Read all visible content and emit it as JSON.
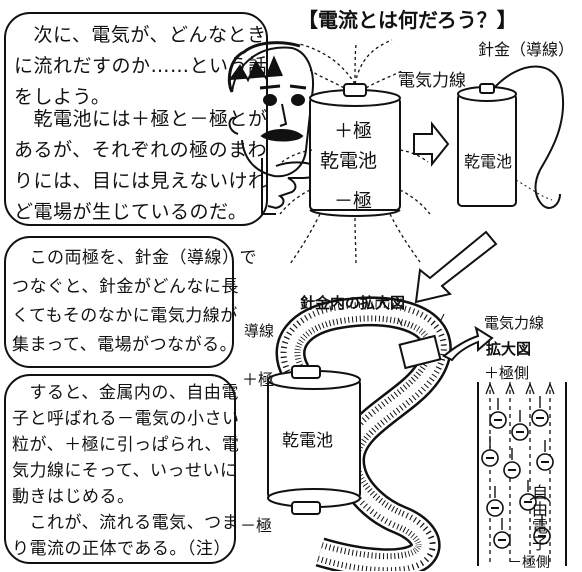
{
  "title": "【電流とは何だろう？】",
  "paragraphs": {
    "p1": "　次に、電気が、どんなとき\nに流れだすのか……という話\nをしよう。",
    "p2": "　乾電池には＋極と－極とが\nあるが、それぞれの極のまわ\nりには、目には見えないけれ\nど電場が生じているのだ。",
    "p3": "　この両極を、針金（導線）で\nつなぐと、針金がどんなに長\nくてもそのなかに電気力線が\n集まって、電場がつながる。",
    "p4": "　すると、金属内の、自由電\n子と呼ばれる－電気の小さい\n粒が、＋極に引っぱられ、電\n気力線にそって、いっせいに\n動きはじめる。\n　これが、流れる電気、つま\nり電流の正体である。（注）"
  },
  "labels": {
    "plus_pole": "＋極",
    "minus_pole": "－極",
    "battery": "乾電池",
    "lines_of_force": "電気力線",
    "wire_conductor": "針金（導線）",
    "enlarged_title": "針金内の拡大図",
    "conductor": "導線",
    "plus_pole_bottom": "＋極",
    "minus_pole_bottom": "－極",
    "lines_of_force_bottom": "電気力線",
    "magnified_view": "拡大図",
    "plus_side": "＋極側",
    "minus_side": "－極側",
    "free_electron": "自由電子"
  }
}
